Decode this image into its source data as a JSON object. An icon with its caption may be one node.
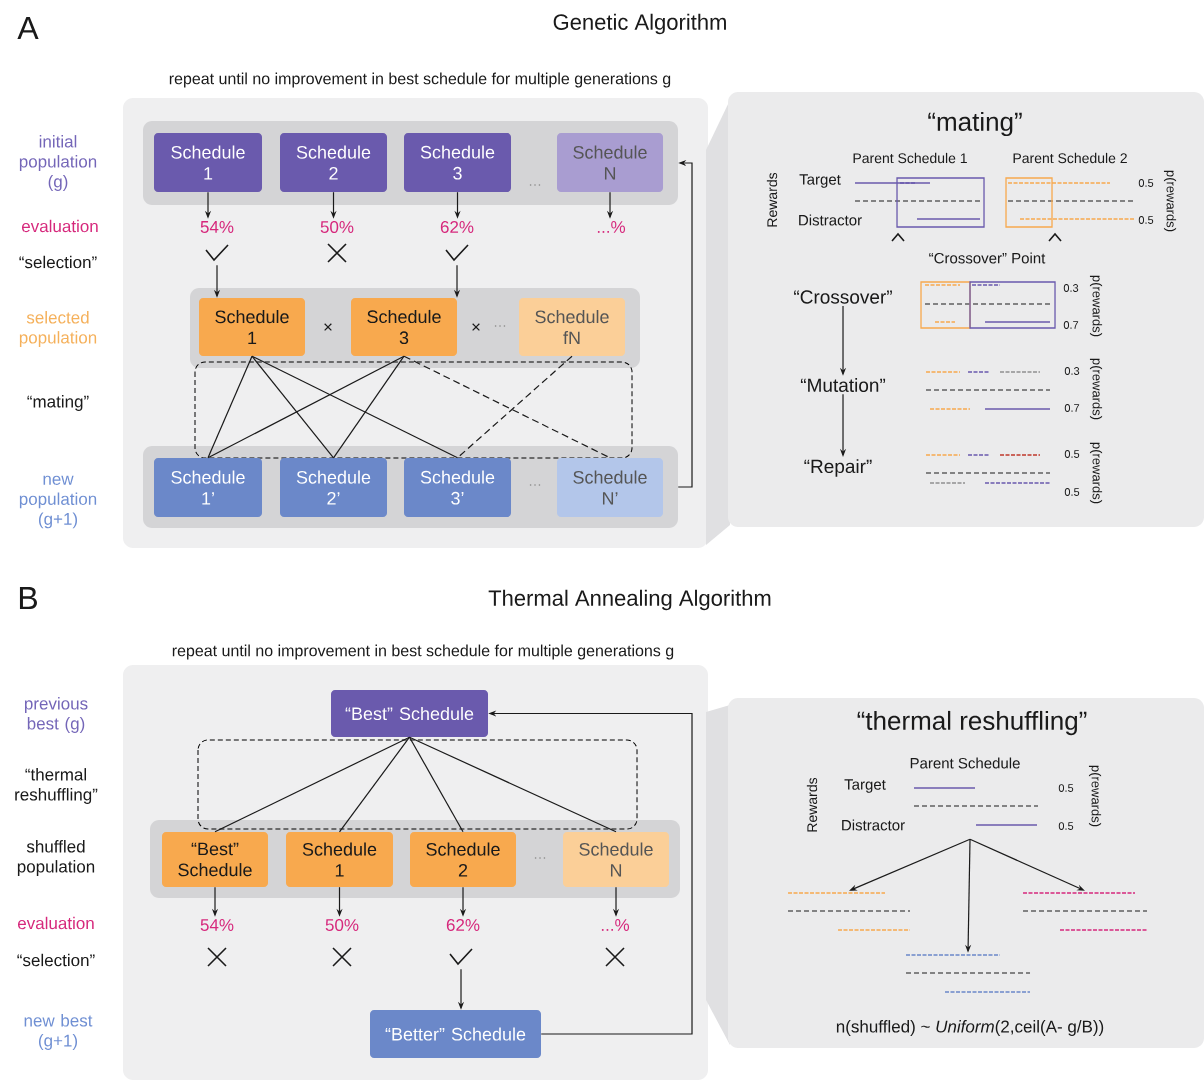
{
  "diagram": {
    "nodes": [
      {
        "text": [
          "repeat until no improvement in best schedule for multiple generations g"
        ]
      },
      {
        "text": [],
        "shape": "box",
        "in": 0
      },
      {
        "text": [
          "Schedule 1"
        ],
        "in": 1
      },
      {
        "text": [
          "Schedule 2"
        ],
        "in": 1
      },
      {
        "text": [
          "Schedule 3"
        ],
        "in": 1
      },
      {
        "text": [
          "Schedule N"
        ],
        "in": 1
      },
      {
        "text": [
          "54%"
        ],
        "in": 0
      },
      {
        "text": [
          "50%"
        ],
        "in": 0
      },
      {
        "text": [
          "62%"
        ],
        "in": 0
      },
      {
        "text": [
          "...%"
        ],
        "in": 0
      },
      {
        "text": [],
        "shape": "checkmark",
        "in": 0
      },
      {
        "text": [],
        "shape": "checkmark",
        "in": 0
      },
      {
        "text": [],
        "shape": "box",
        "in": 0
      },
      {
        "text": [
          "Schedule 1"
        ],
        "in": 12
      },
      {
        "text": [
          "Schedule 3"
        ],
        "in": 12
      },
      {
        "text": [
          "Schedule fN"
        ],
        "in": 12
      },
      {
        "text": [],
        "shape": "box",
        "in": 0
      },
      {
        "text": [
          "Schedule 1’"
        ],
        "in": 16
      },
      {
        "text": [
          "Schedule 2’"
        ],
        "in": 16
      },
      {
        "text": [
          "Schedule 3’"
        ],
        "in": 16
      },
      {
        "text": [
          "Schedule N’"
        ],
        "in": 16
      },
      {
        "text": [
          "“mating”"
        ]
      },
      {
        "text": [
          "“Crossover”"
        ],
        "in": 21
      },
      {
        "text": [
          "“Mutation”"
        ],
        "in": 21
      },
      {
        "text": [
          "“Repair”"
        ],
        "in": 21
      },
      {
        "text": [
          "repeat until no improvement in best schedule for multiple generations g"
        ]
      },
      {
        "text": [
          "“Best” Schedule"
        ],
        "in": 25
      },
      {
        "text": [],
        "shape": "box",
        "in": 25
      },
      {
        "text": [
          "“Best” Schedule"
        ],
        "in": 27
      },
      {
        "text": [
          "Schedule 1"
        ],
        "in": 27
      },
      {
        "text": [
          "Schedule 2"
        ],
        "in": 27
      },
      {
        "text": [
          "Schedule N"
        ],
        "in": 27
      },
      {
        "text": [
          "54%"
        ],
        "in": 25
      },
      {
        "text": [
          "50%"
        ],
        "in": 25
      },
      {
        "text": [
          "62%"
        ],
        "in": 25
      },
      {
        "text": [
          "...%"
        ],
        "in": 25
      },
      {
        "text": [],
        "shape": "checkmark",
        "in": 25
      },
      {
        "text": [
          "“Better” Schedule"
        ],
        "in": 25
      },
      {
        "text": [
          "“thermal reshuffling”"
        ]
      },
      {
        "text": [
          "Parent Schedule"
        ],
        "in": 38
      },
      {
        "text": [],
        "shape": "picture",
        "in": 38
      },
      {
        "text": [],
        "shape": "picture",
        "in": 38
      },
      {
        "text": [],
        "shape": "picture",
        "in": 38
      }
    ],
    "edges": [
      {
        "from": 2,
        "to": 6,
        "arrow": "to"
      },
      {
        "from": 3,
        "to": 7,
        "arrow": "to"
      },
      {
        "from": 4,
        "to": 8,
        "arrow": "to"
      },
      {
        "from": 5,
        "to": 9,
        "arrow": "to"
      },
      {
        "from": 10,
        "to": 13,
        "arrow": "to"
      },
      {
        "from": 11,
        "to": 14,
        "arrow": "to"
      },
      {
        "from": 13,
        "to": 17,
        "arrow": "none"
      },
      {
        "from": 13,
        "to": 18,
        "arrow": "none"
      },
      {
        "from": 13,
        "to": 19,
        "arrow": "none"
      },
      {
        "from": 14,
        "to": 17,
        "arrow": "none"
      },
      {
        "from": 14,
        "to": 18,
        "arrow": "none"
      },
      {
        "from": 14,
        "to": 20,
        "arrow": "none",
        "style": "dashed"
      },
      {
        "from": 15,
        "to": 19,
        "arrow": "none",
        "style": "dashed"
      },
      {
        "from": 16,
        "to": 1,
        "arrow": "to"
      },
      {
        "from": 22,
        "to": 23,
        "arrow": "to"
      },
      {
        "from": 23,
        "to": 24,
        "arrow": "to"
      },
      {
        "from": 26,
        "to": 28,
        "arrow": "none"
      },
      {
        "from": 26,
        "to": 29,
        "arrow": "none"
      },
      {
        "from": 26,
        "to": 30,
        "arrow": "none"
      },
      {
        "from": 26,
        "to": 31,
        "arrow": "none"
      },
      {
        "from": 28,
        "to": 32,
        "arrow": "to"
      },
      {
        "from": 29,
        "to": 33,
        "arrow": "to"
      },
      {
        "from": 30,
        "to": 34,
        "arrow": "to"
      },
      {
        "from": 31,
        "to": 35,
        "arrow": "to"
      },
      {
        "from": 36,
        "to": 37,
        "arrow": "to"
      },
      {
        "from": 37,
        "to": 26,
        "arrow": "to"
      },
      {
        "from": 39,
        "to": 40,
        "arrow": "to"
      },
      {
        "from": 39,
        "to": 41,
        "arrow": "to"
      },
      {
        "from": 39,
        "to": 42,
        "arrow": "to"
      }
    ],
    "labels": [
      "A",
      "Genetic Algorithm",
      "initial population (g)",
      "evaluation",
      "“selection”",
      "selected population",
      "“mating”",
      "new population (g+1)",
      "…",
      "×",
      "×",
      "…",
      "…",
      "Parent Schedule 1",
      "Parent Schedule 2",
      "Rewards",
      "Target",
      "Distractor",
      "0.5",
      "0.5",
      "p(rewards)",
      "“Crossover” Point",
      "0.3",
      "0.7",
      "p(rewards)",
      "0.3",
      "0.7",
      "p(rewards)",
      "0.5",
      "0.5",
      "p(rewards)",
      "B",
      "Thermal Annealing Algorithm",
      "previous best (g)",
      "“thermal reshuffling”",
      "shuffled population",
      "evaluation",
      "“selection”",
      "new best (g+1)",
      "…",
      "Rewards",
      "Target",
      "Distractor",
      "0.5",
      "0.5",
      "p(rewards)",
      "n(shuffled) ~ *Uniform*(2,ceil(A- g/B))"
    ]
  }
}
